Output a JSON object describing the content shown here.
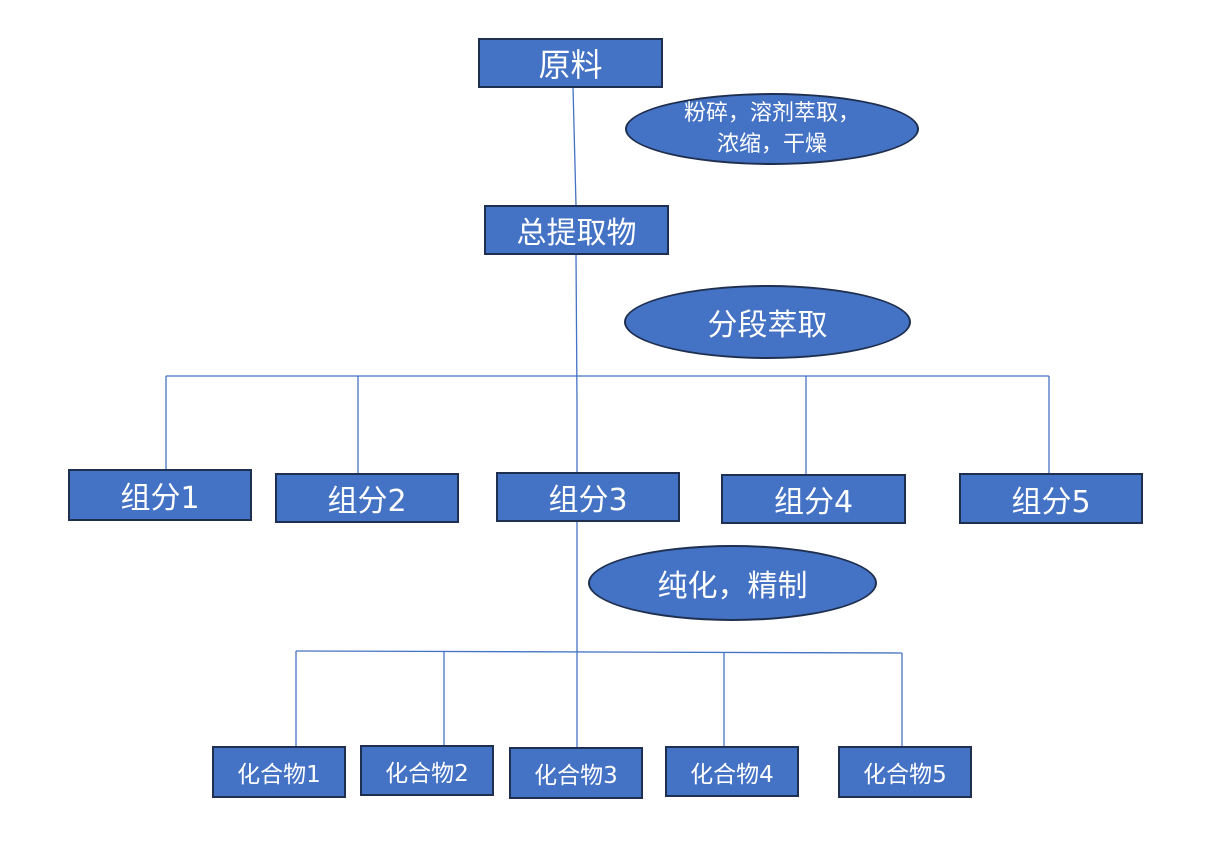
{
  "colors": {
    "fill": "#4472c4",
    "border": "#1f2f4f",
    "line": "#4472c4",
    "text": "#ffffff"
  },
  "root": {
    "label": "原料"
  },
  "step1": {
    "line1": "粉碎，溶剂萃取，",
    "line2": "浓缩，干燥"
  },
  "extract": {
    "label": "总提取物"
  },
  "step2": {
    "label": "分段萃取"
  },
  "fractions": [
    {
      "label": "组分1"
    },
    {
      "label": "组分2"
    },
    {
      "label": "组分3"
    },
    {
      "label": "组分4"
    },
    {
      "label": "组分5"
    }
  ],
  "step3": {
    "label": "纯化，精制"
  },
  "compounds": [
    {
      "label": "化合物1"
    },
    {
      "label": "化合物2"
    },
    {
      "label": "化合物3"
    },
    {
      "label": "化合物4"
    },
    {
      "label": "化合物5"
    }
  ]
}
